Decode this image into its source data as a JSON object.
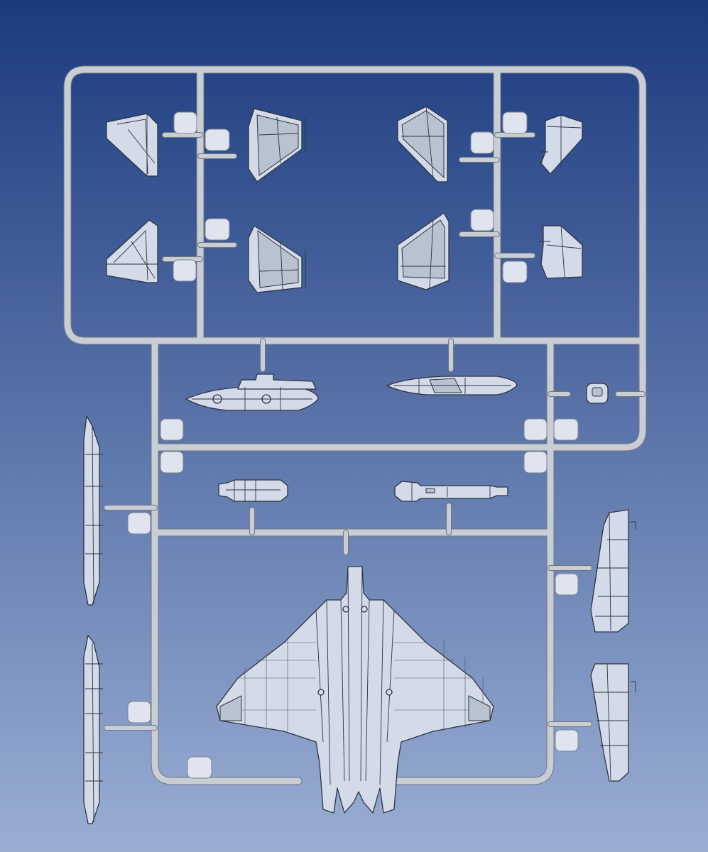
{
  "colors": {
    "background_top": "#1b3a7e",
    "background_bottom": "#9aaed4",
    "plastic": "#c9cdd4",
    "part_fill": "#d4dbe8",
    "panel_line": "#2d3340"
  },
  "sprue": {
    "description_text": "",
    "parts": [
      "fin-left-upper-1",
      "fin-left-upper-2",
      "fin-right-upper-1",
      "fin-right-upper-2",
      "fin-left-lower-1",
      "fin-left-lower-2",
      "fin-right-lower-1",
      "fin-right-lower-2",
      "fuel-tank-1",
      "fuel-tank-2",
      "small-round-part",
      "nozzle-part",
      "gear-leg-part",
      "fuselage-top-half",
      "intake-left-1",
      "intake-left-2",
      "side-panel-right-1",
      "side-panel-right-2"
    ]
  }
}
